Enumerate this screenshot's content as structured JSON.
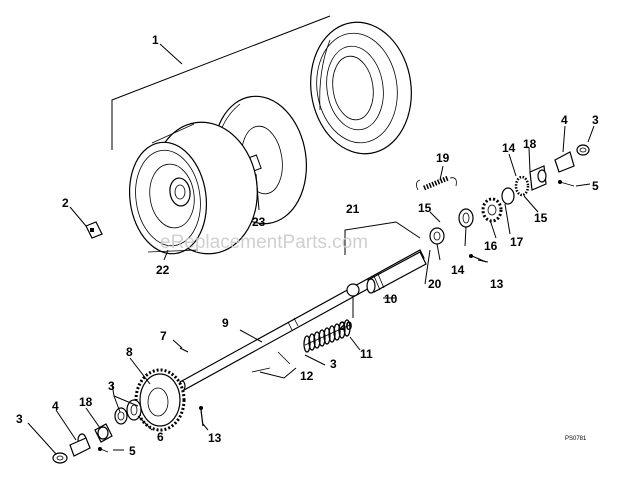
{
  "diagram": {
    "watermark": "eReplacementParts.com",
    "figure_code": "PS0781",
    "callouts": {
      "c1": "1",
      "c2": "2",
      "c3a": "3",
      "c3b": "3",
      "c3c": "3",
      "c3d": "3",
      "c4a": "4",
      "c4b": "4",
      "c5a": "5",
      "c5b": "5",
      "c6": "6",
      "c7": "7",
      "c8": "8",
      "c9": "9",
      "c10": "10",
      "c11": "11",
      "c12": "12",
      "c13a": "13",
      "c13b": "13",
      "c14a": "14",
      "c14b": "14",
      "c15a": "15",
      "c15b": "15",
      "c16": "16",
      "c17": "17",
      "c18a": "18",
      "c18b": "18",
      "c19": "19",
      "c20a": "20",
      "c20b": "20",
      "c21": "21",
      "c22": "22",
      "c23": "23"
    }
  }
}
